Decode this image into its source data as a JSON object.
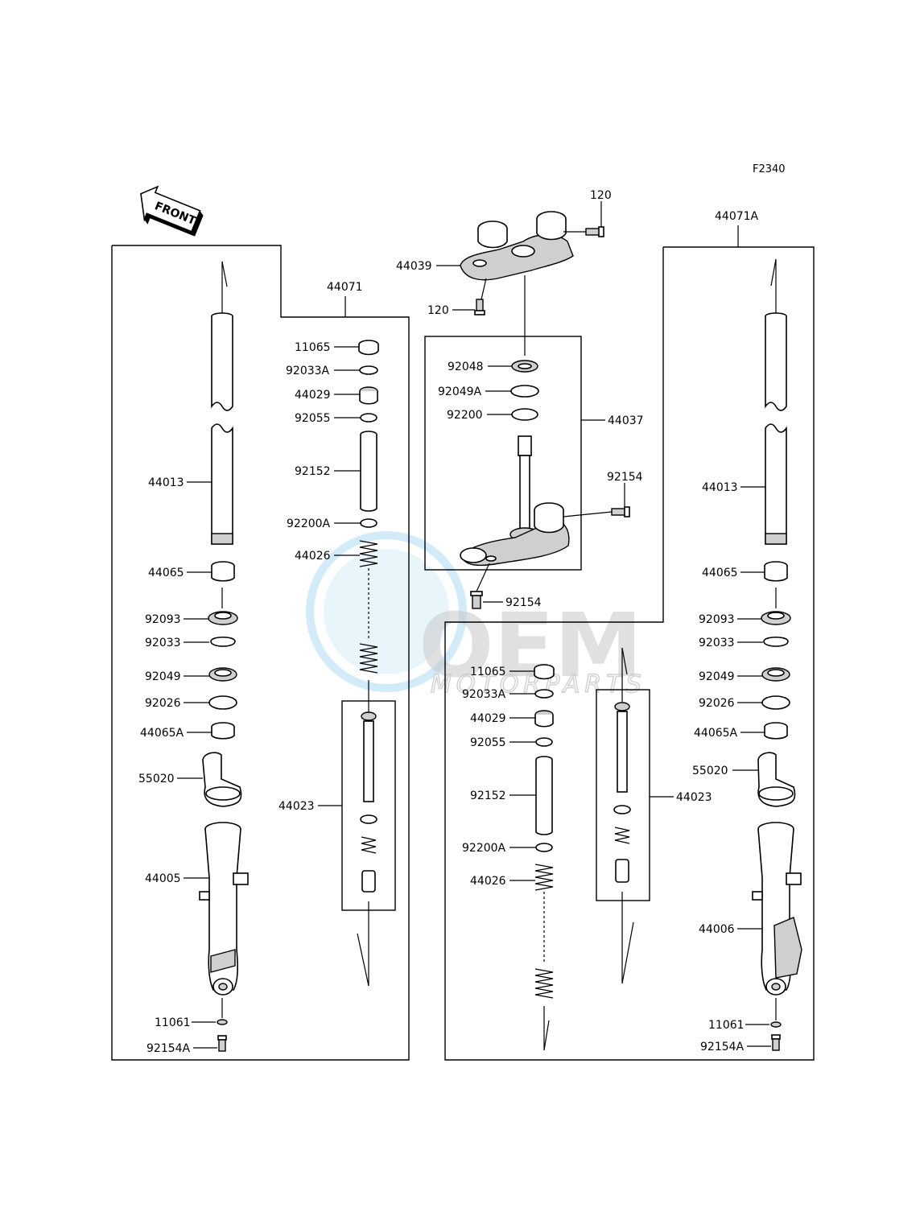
{
  "figure_code": "F2340",
  "front_label": "FRONT",
  "watermark": {
    "brand": "OEM",
    "sub": "MOTORPARTS",
    "color": "#c8c8c8",
    "globe_color": "#9ed3ef"
  },
  "assemblies": {
    "left_fork": "44071",
    "right_fork": "44071A",
    "steering_stem": "44037"
  },
  "labels": {
    "p120_top": "120",
    "p120_bottom": "120",
    "p44039": "44039",
    "p92048": "92048",
    "p92049A": "92049A",
    "p92200": "92200",
    "p92154_top": "92154",
    "p92154_bottom": "92154",
    "L_44013": "44013",
    "L_44065": "44065",
    "L_92093": "92093",
    "L_92033": "92033",
    "L_92049": "92049",
    "L_92026": "92026",
    "L_44065A": "44065A",
    "L_55020": "55020",
    "L_44005": "44005",
    "L_11061": "11061",
    "L_92154A": "92154A",
    "LI_11065": "11065",
    "LI_92033A": "92033A",
    "LI_44029": "44029",
    "LI_92055": "92055",
    "LI_92152": "92152",
    "LI_92200A": "92200A",
    "LI_44026": "44026",
    "LI_44023": "44023",
    "RI_11065": "11065",
    "RI_92033A": "92033A",
    "RI_44029": "44029",
    "RI_92055": "92055",
    "RI_92152": "92152",
    "RI_92200A": "92200A",
    "RI_44026": "44026",
    "RI_44023": "44023",
    "R_44013": "44013",
    "R_44065": "44065",
    "R_92093": "92093",
    "R_92033": "92033",
    "R_92049": "92049",
    "R_92026": "92026",
    "R_44065A": "44065A",
    "R_55020": "55020",
    "R_44006": "44006",
    "R_11061": "11061",
    "R_92154A": "92154A"
  }
}
